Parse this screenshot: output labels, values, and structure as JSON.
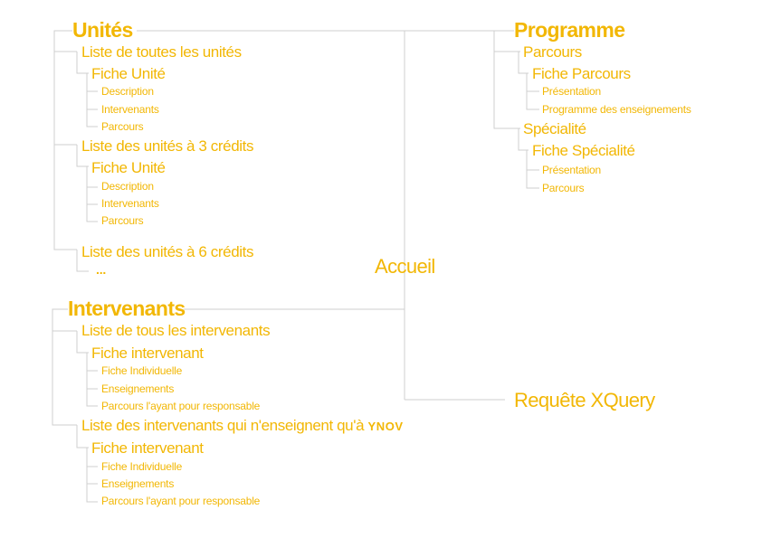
{
  "accent": "#f2b705",
  "line_color": "#cfcfcf",
  "root": "Accueil",
  "unites": {
    "title": "Unités",
    "list_all": "Liste de toutes les unités",
    "fiche1": {
      "title": "Fiche Unité",
      "items": [
        "Description",
        "Intervenants",
        "Parcours"
      ]
    },
    "list3": "Liste des unités à 3 crédits",
    "fiche2": {
      "title": "Fiche Unité",
      "items": [
        "Description",
        "Intervenants",
        "Parcours"
      ]
    },
    "list6": "Liste des unités à 6 crédits",
    "ellipsis": "..."
  },
  "intervenants": {
    "title": "Intervenants",
    "list_all": "Liste de tous les intervenants",
    "fiche1": {
      "title": "Fiche intervenant",
      "items": [
        "Fiche Individuelle",
        "Enseignements",
        "Parcours l'ayant pour responsable"
      ]
    },
    "list_ynov_prefix": "Liste des intervenants qui n'enseignent qu'à",
    "ynov_logo": "YNOV",
    "fiche2": {
      "title": "Fiche intervenant",
      "items": [
        "Fiche Individuelle",
        "Enseignements",
        "Parcours l'ayant pour responsable"
      ]
    }
  },
  "programme": {
    "title": "Programme",
    "parcours": "Parcours",
    "fiche_parcours": {
      "title": "Fiche Parcours",
      "items": [
        "Présentation",
        "Programme des enseignements"
      ]
    },
    "specialite": "Spécialité",
    "fiche_specialite": {
      "title": "Fiche Spécialité",
      "items": [
        "Présentation",
        "Parcours"
      ]
    }
  },
  "requete": "Requête XQuery"
}
